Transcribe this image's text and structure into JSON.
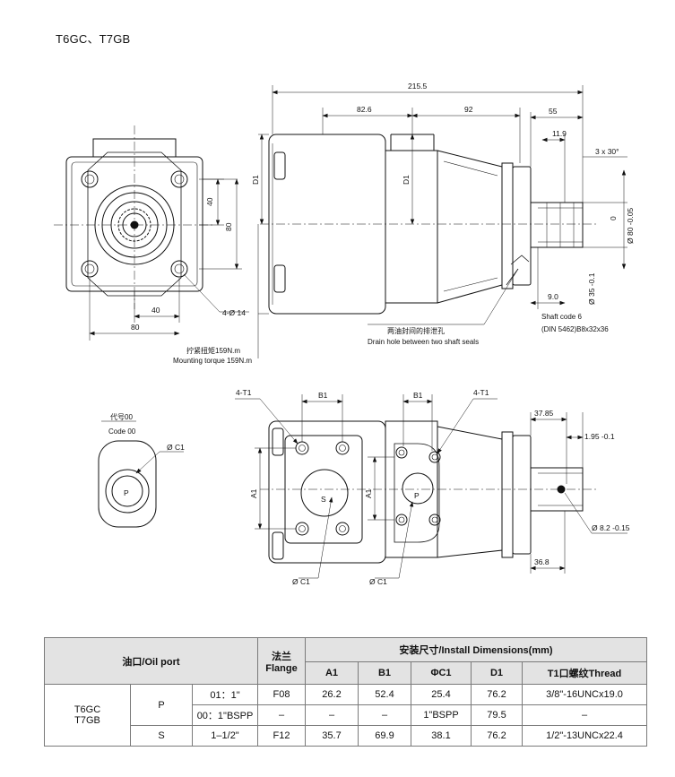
{
  "title": "T6GC、T7GB",
  "dimensions": {
    "total_length": "215.5",
    "d_82_6": "82.6",
    "d_92": "92",
    "d_55": "55",
    "d_11_9": "11.9",
    "chamfer": "3 x 30°",
    "tol_top": "0",
    "tol_80": "Ø 80 -0.05",
    "d1": "D1",
    "d_40_v": "40",
    "d_80_v": "80",
    "d_40_h": "40",
    "d_80_h": "80",
    "holes": "4-Ø 14",
    "tol_35": "Ø 35 -0.1",
    "d_9_0": "9.0",
    "d_37_85": "37.85",
    "d_1_95": "1.95 -0.1",
    "d_8_2": "Ø 8.2 -0.15",
    "d_36_8": "36.8",
    "b1": "B1",
    "a1": "A1",
    "t1": "4-T1",
    "c1": "Ø C1",
    "s": "S",
    "p": "P"
  },
  "annotations": {
    "torque_cn": "拧紧扭矩159N.m",
    "torque_en": "Mounting torque 159N.m",
    "drain_cn": "两油封间的排泄孔",
    "drain_en": "Drain hole between two shaft seals",
    "shaft_code": "Shaft code 6",
    "shaft_din": "(DIN 5462)B8x32x36",
    "code_cn": "代号00",
    "code_en": "Code 00"
  },
  "table": {
    "oil_port": "油口/Oil port",
    "flange_cn": "法兰",
    "flange_en": "Flange",
    "install_dims": "安装尺寸/Install Dimensions(mm)",
    "columns": [
      "A1",
      "B1",
      "ΦC1",
      "D1",
      "T1口螺纹Thread"
    ],
    "model": [
      "T6GC",
      "T7GB"
    ],
    "rows": [
      {
        "port": "P",
        "code": "01：1\"",
        "flange": "F08",
        "a1": "26.2",
        "b1": "52.4",
        "c1": "25.4",
        "d1": "76.2",
        "thread": "3/8\"-16UNCx19.0"
      },
      {
        "port": "",
        "code": "00：1\"BSPP",
        "flange": "–",
        "a1": "–",
        "b1": "–",
        "c1": "1\"BSPP",
        "d1": "79.5",
        "thread": "–"
      },
      {
        "port": "S",
        "code": "1–1/2\"",
        "flange": "F12",
        "a1": "35.7",
        "b1": "69.9",
        "c1": "38.1",
        "d1": "76.2",
        "thread": "1/2\"-13UNCx22.4"
      }
    ]
  }
}
